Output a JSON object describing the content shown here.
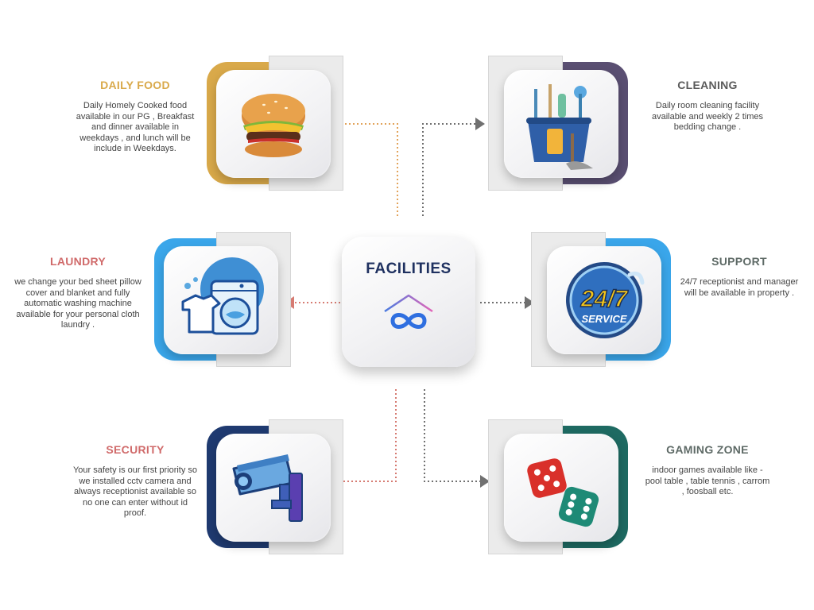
{
  "hub": {
    "title": "FACILITIES"
  },
  "features": {
    "daily_food": {
      "title": "DAILY FOOD",
      "description": "Daily Homely Cooked food available in our PG , Breakfast and dinner available in weekdays , and lunch will be include in Weekdays.",
      "accent": "#d9a94a",
      "title_color": "#d9a94a",
      "icon": "burger-icon"
    },
    "cleaning": {
      "title": "CLEANING",
      "description": "Daily room cleaning facility available and weekly 2 times bedding change .",
      "accent": "#5a4f72",
      "title_color": "#5a5a5a",
      "icon": "cleaning-bucket-icon"
    },
    "laundry": {
      "title": "LAUNDRY",
      "description": "we change your bed sheet pillow cover and blanket and fully automatic washing machine available for your personal cloth laundry .",
      "accent": "#3aa6ea",
      "title_color": "#d06a6a",
      "icon": "washing-machine-icon"
    },
    "support": {
      "title": "SUPPORT",
      "description": "24/7 receptionist and manager will be available in property .",
      "accent": "#3aa6ea",
      "title_color": "#5e6a66",
      "icon": "support-24-7-icon",
      "badge_main": "24/7",
      "badge_sub": "SERVICE"
    },
    "security": {
      "title": "SECURITY",
      "description": "Your safety is our first priority so we installed cctv camera and always receptionist available so no one can enter without id proof.",
      "accent": "#1f3a70",
      "title_color": "#d06a6a",
      "icon": "cctv-camera-icon"
    },
    "gaming_zone": {
      "title": "GAMING ZONE",
      "description": "indoor games available like - pool table , table tennis , carrom , foosball etc.",
      "accent": "#1e6a62",
      "title_color": "#5e6a66",
      "icon": "dice-icon"
    }
  },
  "connector_colors": {
    "orange": "#e2a35a",
    "gray": "#707070",
    "red": "#d67b72"
  }
}
